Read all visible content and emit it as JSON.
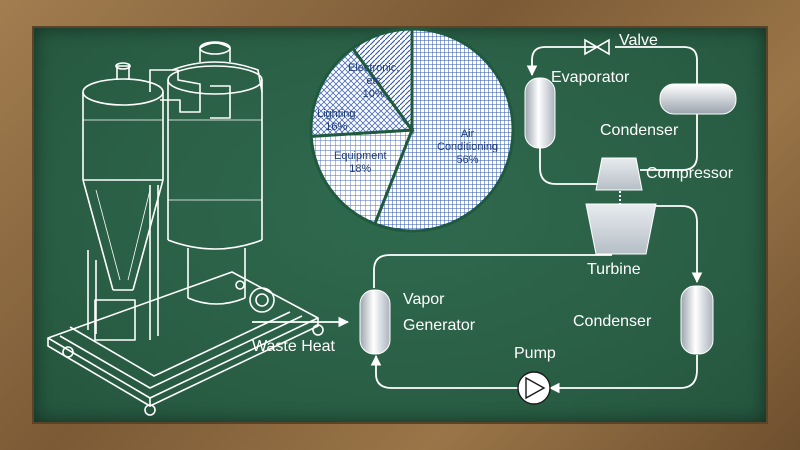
{
  "labels": {
    "valve": "Valve",
    "evaporator": "Evaporator",
    "condenser_top": "Condenser",
    "compressor": "Compressor",
    "turbine": "Turbine",
    "vapor_generator_1": "Vapor",
    "vapor_generator_2": "Generator",
    "condenser_bottom": "Condenser",
    "pump": "Pump",
    "waste_heat": "Waste Heat"
  },
  "pie": {
    "slices": [
      {
        "label_lines": [
          "Air",
          "Conditioning",
          "56%"
        ],
        "value": 56
      },
      {
        "label_lines": [
          "Equipment",
          "18%"
        ],
        "value": 18
      },
      {
        "label_lines": [
          "Lighting",
          "16%"
        ],
        "value": 16
      },
      {
        "label_lines": [
          "Electronic,",
          "etc",
          "10%"
        ],
        "value": 10
      }
    ],
    "colors": {
      "fill": "#ffffff",
      "hatch": "#3a5fb0",
      "separator": "#1f5a3e"
    }
  },
  "colors": {
    "board": "#2c6347",
    "frame": "#8a6a45",
    "line": "#ffffff"
  }
}
